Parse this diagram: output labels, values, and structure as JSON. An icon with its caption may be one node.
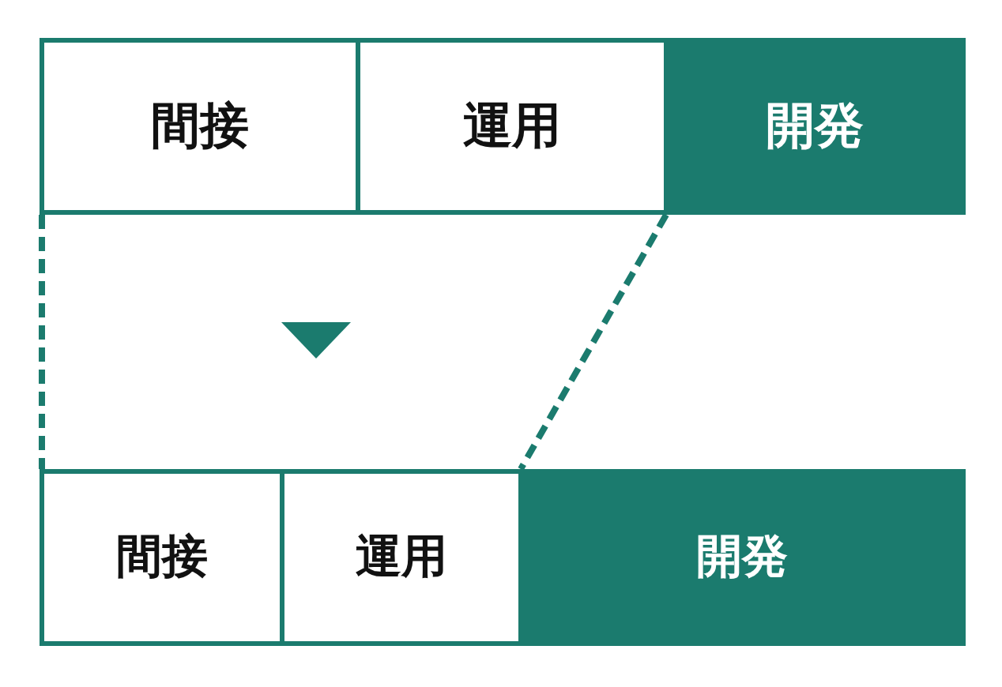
{
  "diagram": {
    "nodes": [
      {
        "text": [
          "間接"
        ]
      },
      {
        "text": [
          "運用"
        ]
      },
      {
        "text": [
          "開発"
        ]
      },
      {
        "text": [
          "間接"
        ]
      },
      {
        "text": [
          "運用"
        ]
      },
      {
        "text": [
          "開発"
        ]
      }
    ],
    "edges": [
      {
        "from": 0,
        "to": 3,
        "arrow": "none",
        "style": "dashed"
      },
      {
        "from": 2,
        "to": 5,
        "arrow": "none",
        "style": "dashed"
      }
    ]
  }
}
